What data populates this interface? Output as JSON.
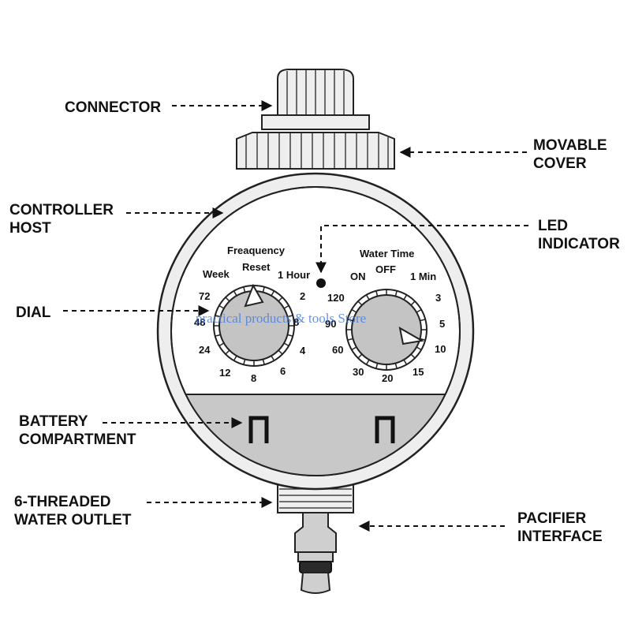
{
  "callouts": {
    "connector": "CONNECTOR",
    "movable_cover_1": "MOVABLE",
    "movable_cover_2": "COVER",
    "controller_host_1": "CONTROLLER",
    "controller_host_2": "HOST",
    "led_indicator_1": "LED",
    "led_indicator_2": "INDICATOR",
    "dial": "DIAL",
    "battery_compartment_1": "BATTERY",
    "battery_compartment_2": "COMPARTMENT",
    "water_outlet_1": "6-THREADED",
    "water_outlet_2": "WATER OUTLET",
    "pacifier_interface_1": "PACIFIER",
    "pacifier_interface_2": "INTERFACE"
  },
  "frequency_dial": {
    "title": "Freaquency",
    "reset": "Reset",
    "labels": [
      "Week",
      "1 Hour",
      "72",
      "2",
      "48",
      "8",
      "24",
      "4",
      "12",
      "6",
      "8"
    ]
  },
  "water_time_dial": {
    "title": "Water Time",
    "on": "ON",
    "off": "OFF",
    "labels": [
      "1 Min",
      "120",
      "3",
      "90",
      "5",
      "60",
      "10",
      "30",
      "15",
      "20"
    ]
  },
  "watermark": "practical products & tools Store",
  "colors": {
    "body_fill": "#eeeeee",
    "dial_fill": "#c4c4c4",
    "battery_band": "#c8c8c8",
    "outline": "#222222",
    "watermark": "#4a7fe0"
  }
}
